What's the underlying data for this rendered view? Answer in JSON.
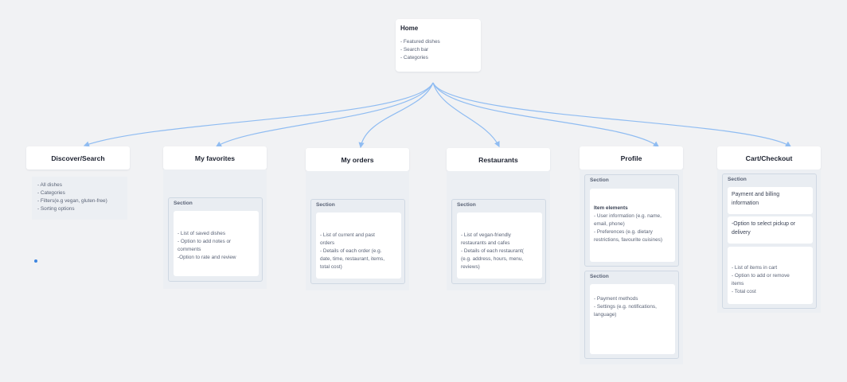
{
  "home": {
    "title": "Home",
    "items": [
      "- Featured dishes",
      "- Search bar",
      "- Categories"
    ]
  },
  "columns": {
    "discover": {
      "title": "Discover/Search",
      "items": [
        "- All dishes",
        "- Categories",
        "- Filters(e.g vegan, gluten-free)",
        "- Sorting options"
      ]
    },
    "favorites": {
      "title": "My favorites",
      "section": "Section",
      "lines": [
        "- List of saved dishes",
        "- Option to add notes or",
        "comments",
        "-Option to rate and review"
      ]
    },
    "orders": {
      "title": "My orders",
      "section": "Section",
      "lines": [
        "- List of current and past",
        "orders",
        "- Details of each order (e.g.",
        "date, time, restaurant, items,",
        "total cost)"
      ]
    },
    "restaurants": {
      "title": "Restaurants",
      "section": "Section",
      "lines": [
        "- List of vegan-friendly",
        "restaurants and cafes",
        "- Details of each restaurant(",
        "(e.g. address, hours, menu,",
        "reviews)"
      ]
    },
    "profile": {
      "title": "Profile",
      "section1": "Section",
      "heading1": "Item elements",
      "lines1": [
        "- User information (e.g. name,",
        "email, phone)",
        "- Preferences (e.g. dietary",
        "restrictions, favourite cuisines)"
      ],
      "section2": "Section",
      "lines2": [
        "- Payment methods",
        "- Settings (e.g. notifications,",
        "language)"
      ]
    },
    "cart": {
      "title": "Cart/Checkout",
      "section": "Section",
      "box1": [
        "Payment and billing",
        "information"
      ],
      "box2": [
        "-Option to select pickup or",
        "delivery"
      ],
      "box3": [
        "- List of items in cart",
        "- Option to add or remove",
        "items",
        "- Total cost"
      ]
    }
  },
  "colors": {
    "edge": "#8fbcf2",
    "background": "#f1f2f4",
    "accent_dot": "#3d86e0"
  }
}
